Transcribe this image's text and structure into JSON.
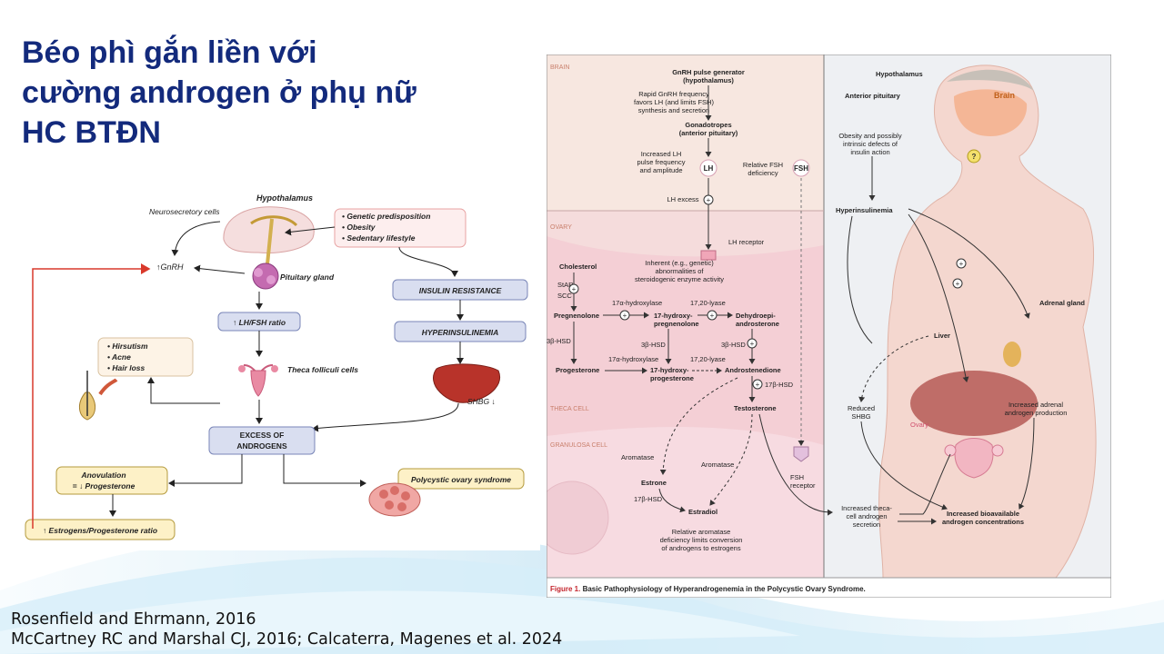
{
  "slide": {
    "title_lines": [
      "Béo phì gắn liền với",
      "cường androgen ở phụ nữ",
      "HC BTĐN"
    ],
    "citation_lines": [
      "Rosenfield and Ehrmann, 2016",
      "McCartney RC and Marshal CJ, 2016; Calcaterra, Magenes et al. 2024"
    ]
  },
  "left_diagram": {
    "hypothalamus": "Hypothalamus",
    "neurosecretory": "Neurosecretory cells",
    "gnrh": "↑GnRH",
    "pituitary": "Pituitary gland",
    "risk_factors": [
      "Genetic predisposition",
      "Obesity",
      "Sedentary lifestyle"
    ],
    "insulin_resistance": "INSULIN RESISTANCE",
    "hyperinsulinemia": "HYPERINSULINEMIA",
    "shbg": "SHBG ↓",
    "lh_fsh": "↑ LH/FSH ratio",
    "theca": "Theca folliculi cells",
    "symptoms": [
      "Hirsutism",
      "Acne",
      "Hair loss"
    ],
    "excess_line1": "EXCESS OF",
    "excess_line2": "ANDROGENS",
    "anov_line1": "Anovulation",
    "anov_line2": "= ↓ Progesterone",
    "pcos": "Polycystic ovary syndrome",
    "estro_ratio": "↑ Estrogens/Progesterone ratio",
    "colors": {
      "box_fill": "#d9def0",
      "box_stroke": "#7a86b8",
      "risk_fill": "#fdeeee",
      "risk_stroke": "#e8a3a3",
      "yellow_fill": "#fdf1c7",
      "yellow_stroke": "#b49a3c",
      "feedback": "#d9392b"
    }
  },
  "right_figure": {
    "sections": [
      "BRAIN",
      "OVARY",
      "THECA CELL",
      "GRANULOSA CELL"
    ],
    "gnrh_pulse": [
      "GnRH pulse generator",
      "(hypothalamus)"
    ],
    "rapid_gnrh": [
      "Rapid GnRH frequency",
      "favors LH (and limits FSH)",
      "synthesis and secretion"
    ],
    "gonadotropes": [
      "Gonadotropes",
      "(anterior pituitary)"
    ],
    "increased_lh": [
      "Increased LH",
      "pulse frequency",
      "and amplitude"
    ],
    "lh": "LH",
    "fsh": "FSH",
    "relative_fsh": [
      "Relative FSH",
      "deficiency"
    ],
    "lh_excess": "LH excess",
    "lh_receptor": "LH receptor",
    "inherent": [
      "Inherent (e.g., genetic)",
      "abnormalities of",
      "steroidogenic enzyme activity"
    ],
    "cholesterol": "Cholesterol",
    "star": "StAR",
    "scc": "SCC",
    "pregnenolone": "Pregnenolone",
    "hydroxylase1": "17α-hydroxylase",
    "hydroxylase2": "17α-hydroxylase",
    "lyase1": "17,20-lyase",
    "lyase2": "17,20-lyase",
    "hydroxy_preg": [
      "17-hydroxy-",
      "pregnenolone"
    ],
    "dhea": [
      "Dehydroepi-",
      "androsterone"
    ],
    "hsd1": "3β-HSD",
    "hsd2": "3β-HSD",
    "hsd3": "3β-HSD",
    "hsd17_1": "17β-HSD",
    "hsd17_2": "17β-HSD",
    "progesterone": "Progesterone",
    "hydroxy_prog": [
      "17-hydroxy-",
      "progesterone"
    ],
    "androstenedione": "Androstenedione",
    "testosterone": "Testosterone",
    "aromatase1": "Aromatase",
    "aromatase2": "Aromatase",
    "estrone": "Estrone",
    "estradiol": "Estradiol",
    "relative_arom": [
      "Relative aromatase",
      "deficiency limits conversion",
      "of androgens to estrogens"
    ],
    "fsh_receptor": [
      "FSH",
      "receptor"
    ],
    "body_hypothalamus": "Hypothalamus",
    "brain": "Brain",
    "anterior_pituitary": "Anterior pituitary",
    "obesity": [
      "Obesity and possibly",
      "intrinsic defects of",
      "insulin action"
    ],
    "hyperinsulinemia": "Hyperinsulinemia",
    "adrenal": "Adrenal gland",
    "liver": "Liver",
    "reduced_shbg": [
      "Reduced",
      "SHBG"
    ],
    "increased_adrenal": [
      "Increased adrenal",
      "androgen production"
    ],
    "ovary": "Ovary",
    "increased_theca": [
      "Increased theca-",
      "cell androgen",
      "secretion"
    ],
    "increased_bio": [
      "Increased bioavailable",
      "androgen concentrations"
    ],
    "question": "?",
    "caption_bold": "Figure 1.",
    "caption_rest": "Basic Pathophysiology of Hyperandrogenemia in the Polycystic Ovary Syndrome.",
    "colors": {
      "panel": "#f6e2dc",
      "cell": "#f3c9d2",
      "caption_red": "#c4262e"
    }
  }
}
